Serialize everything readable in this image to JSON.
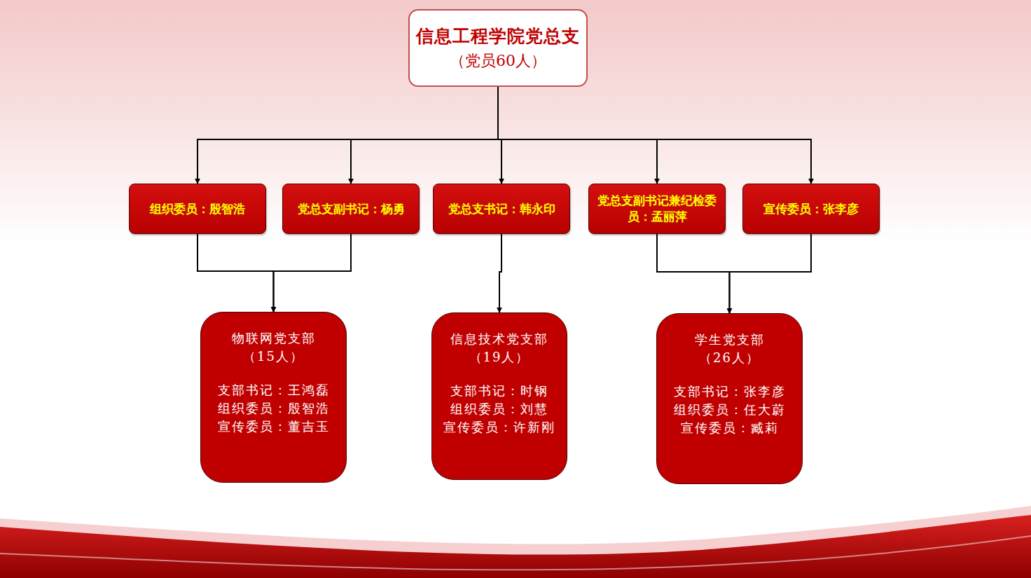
{
  "diagram": {
    "nodes": [
      {
        "text": [
          "信息工程学院党总支",
          "（党员60人）"
        ]
      },
      {
        "text": [
          "组织委员：殷智浩"
        ]
      },
      {
        "text": [
          "党总支副书记：杨勇"
        ]
      },
      {
        "text": [
          "党总支书记：韩永印"
        ]
      },
      {
        "text": [
          "党总支副书记兼纪检委员：孟丽萍"
        ]
      },
      {
        "text": [
          "宣传委员：张李彦"
        ]
      },
      {
        "text": [
          "物联网党支部",
          "（15人）",
          "支部书记：王鸿磊",
          "组织委员：殷智浩",
          "宣传委员：董吉玉"
        ]
      },
      {
        "text": [
          "信息技术党支部",
          "（19人）",
          "支部书记：时钢",
          "组织委员：刘慧",
          "宣传委员：许新刚"
        ]
      },
      {
        "text": [
          "学生党支部",
          "（26人）",
          "支部书记：张李彦",
          "组织委员：任大蔚",
          "宣传委员：臧莉"
        ]
      }
    ],
    "edges": [
      {
        "from": 0,
        "to": 1,
        "arrow": "to"
      },
      {
        "from": 0,
        "to": 2,
        "arrow": "to"
      },
      {
        "from": 0,
        "to": 3,
        "arrow": "to"
      },
      {
        "from": 0,
        "to": 4,
        "arrow": "to"
      },
      {
        "from": 0,
        "to": 5,
        "arrow": "to"
      },
      {
        "from": 1,
        "to": 6,
        "arrow": "to"
      },
      {
        "from": 2,
        "to": 6,
        "arrow": "to"
      },
      {
        "from": 3,
        "to": 7,
        "arrow": "to"
      },
      {
        "from": 4,
        "to": 8,
        "arrow": "to"
      },
      {
        "from": 5,
        "to": 8,
        "arrow": "to"
      }
    ]
  }
}
